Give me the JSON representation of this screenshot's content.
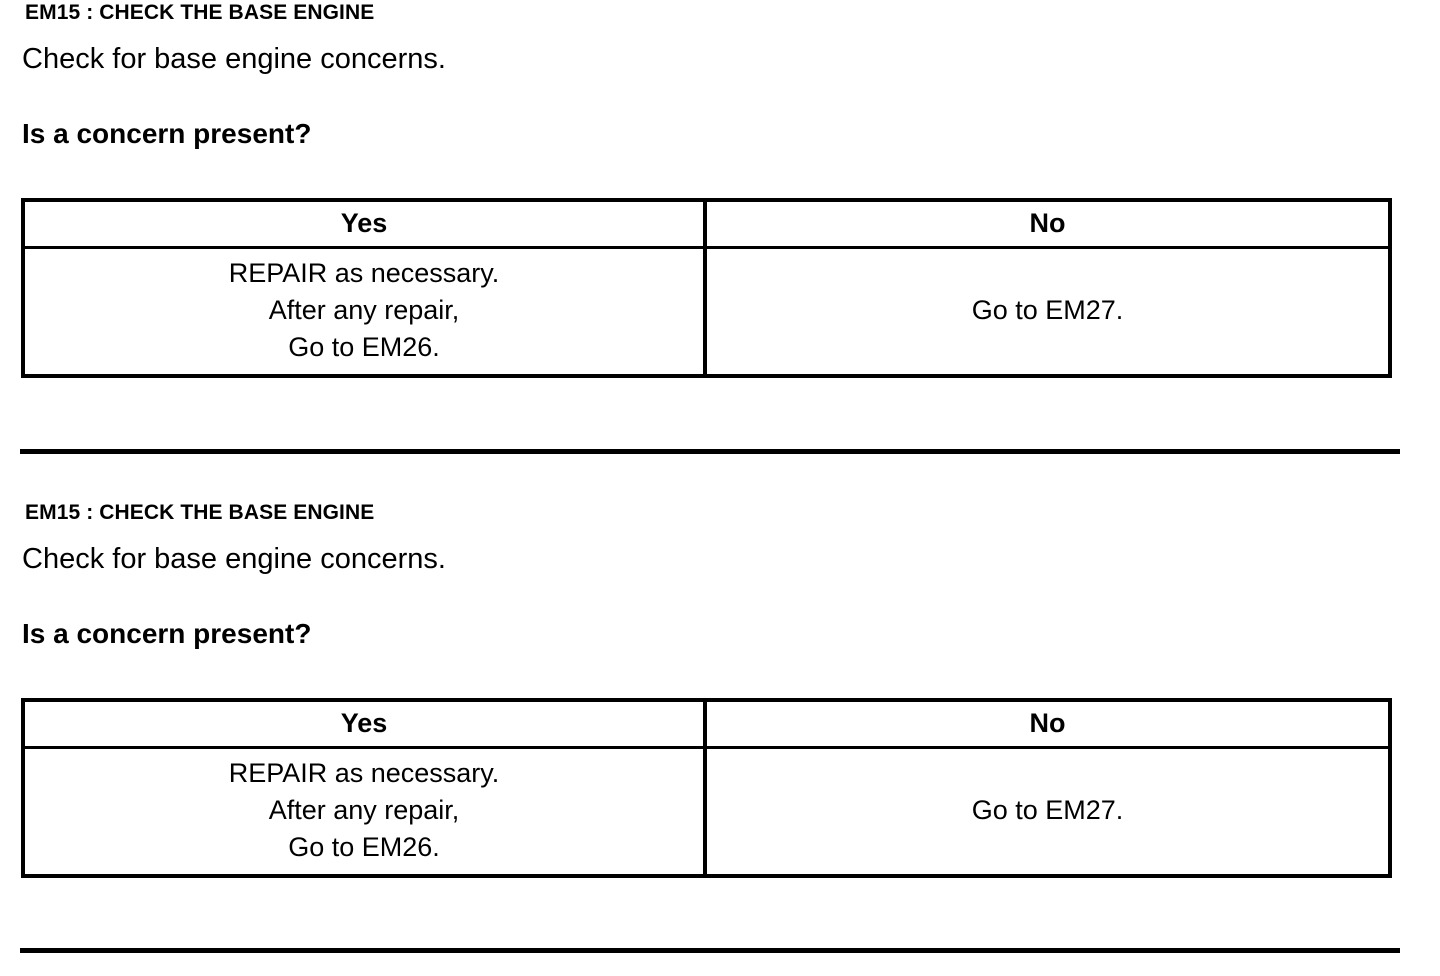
{
  "document": {
    "type": "diagnostic-procedure-sheet",
    "ink_color": "#000000",
    "background_color": "#ffffff"
  },
  "sections": [
    {
      "id": "section-1",
      "step_heading": "EM15 : CHECK THE BASE ENGINE",
      "instruction": "Check for base engine concerns.",
      "question": "Is a concern present?",
      "table": {
        "headers": [
          "Yes",
          "No"
        ],
        "cells": [
          [
            "REPAIR as necessary.",
            "After any repair,",
            "Go to EM26."
          ],
          [
            "Go to EM27."
          ]
        ]
      }
    },
    {
      "id": "section-2",
      "step_heading": "EM15 : CHECK THE BASE ENGINE",
      "instruction": "Check for base engine concerns.",
      "question": "Is a concern present?",
      "table": {
        "headers": [
          "Yes",
          "No"
        ],
        "cells": [
          [
            "REPAIR as necessary.",
            "After any repair,",
            "Go to EM26."
          ],
          [
            "Go to EM27."
          ]
        ]
      }
    }
  ],
  "dividers": [
    {
      "name": "section-divider-1"
    },
    {
      "name": "section-divider-2"
    }
  ]
}
